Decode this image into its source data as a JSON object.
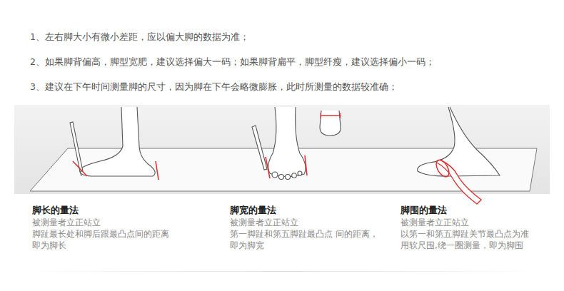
{
  "diagram": {
    "labels": [
      "1、左右脚大小有微小差距，应以偏大脚的数据为准；",
      "2、如果脚背偏高，脚型宽肥，建议选择偏大一码；如果脚背扁平，脚型纤瘦，建议选择偏小一码；",
      "3、建议在下午时间测量脚的尺寸，因为脚在下午会略微膨胀，此时所测量的数据较准确；",
      "脚长的量法",
      "被测量者立正站立 脚趾最长处和脚后跟最凸点间的距离 即为脚长",
      "脚宽的量法",
      "被测量者立正站立 第一脚趾和第五脚趾最凸点 间的距离，即为脚宽",
      "脚围的量法",
      "被测量者立正站立 以第一和第五脚趾关节最凸点为准 用软尺围,绕一圈测量，即为脚围"
    ]
  }
}
